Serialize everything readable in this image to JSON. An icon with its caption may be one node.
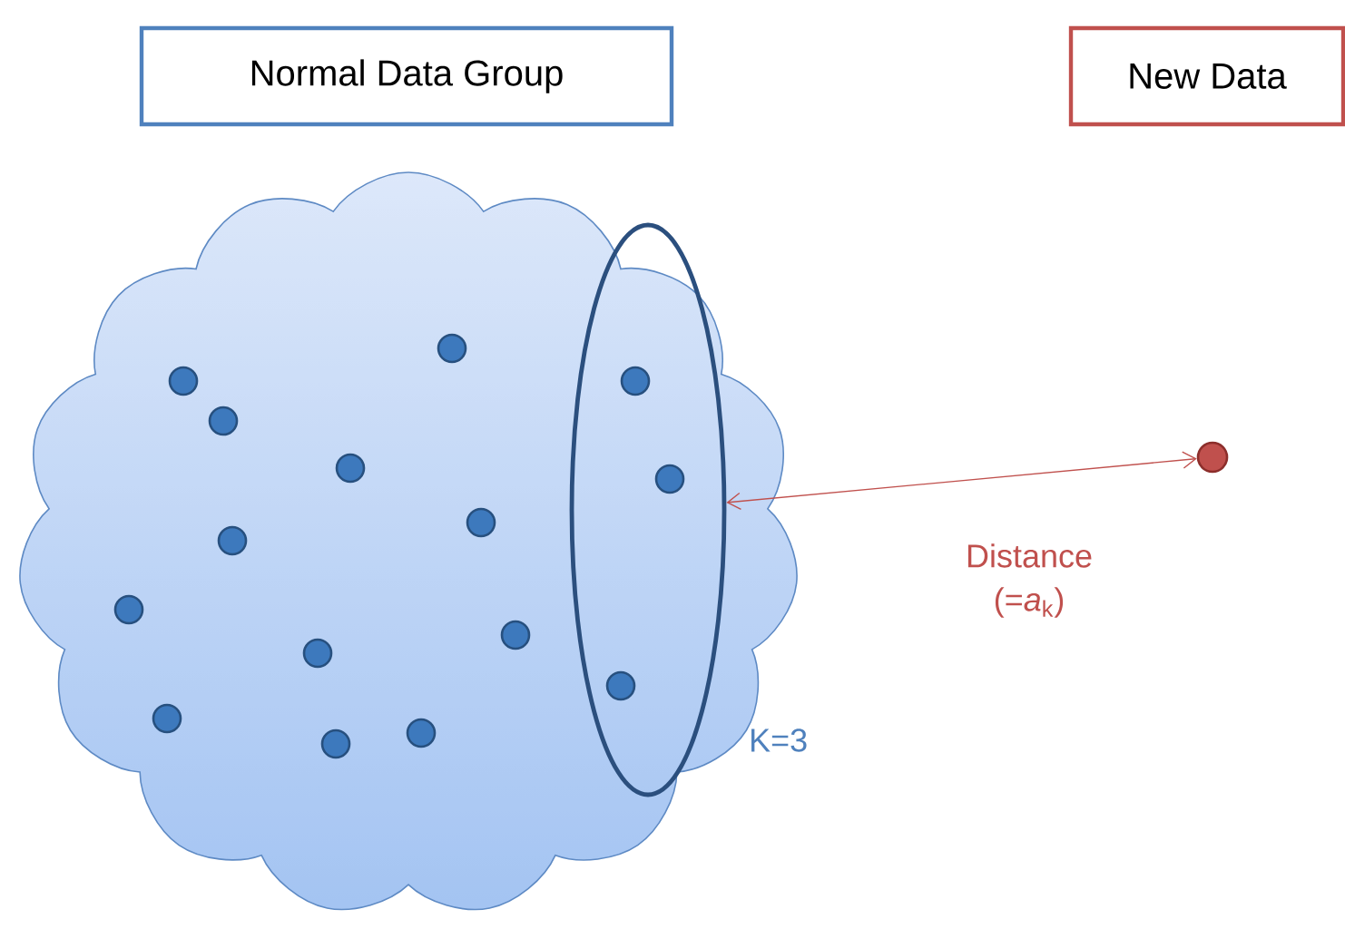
{
  "diagram": {
    "nodes": [
      {
        "text": [
          "Normal Data Group"
        ]
      },
      {
        "text": [
          "New Data"
        ]
      },
      {
        "text": [],
        "shape": "cloud"
      },
      {
        "text": [],
        "shape": "ellipse",
        "beside": [
          "K=3"
        ],
        "in": 2
      },
      {
        "text": [],
        "shape": "circle",
        "in": 2
      },
      {
        "text": [],
        "shape": "circle",
        "in": 3
      },
      {
        "text": [],
        "shape": "circle",
        "in": 2
      },
      {
        "text": [],
        "shape": "circle",
        "in": 2
      },
      {
        "text": [],
        "shape": "circle",
        "in": 2
      },
      {
        "text": [],
        "shape": "circle",
        "in": 3
      },
      {
        "text": [],
        "shape": "circle",
        "in": 2
      },
      {
        "text": [],
        "shape": "circle",
        "in": 2
      },
      {
        "text": [],
        "shape": "circle",
        "in": 2
      },
      {
        "text": [],
        "shape": "circle",
        "in": 2
      },
      {
        "text": [],
        "shape": "circle",
        "in": 2
      },
      {
        "text": [],
        "shape": "circle",
        "in": 3
      },
      {
        "text": [],
        "shape": "circle",
        "in": 2
      },
      {
        "text": [],
        "shape": "circle",
        "in": 2
      },
      {
        "text": [],
        "shape": "circle",
        "in": 2
      },
      {
        "text": [],
        "shape": "circle"
      }
    ],
    "edges": [
      {
        "from": 3,
        "to": 19,
        "arrow": "both",
        "label": "Distance (=*a*$_{k}$)",
        "color": "#c0504d"
      }
    ]
  }
}
